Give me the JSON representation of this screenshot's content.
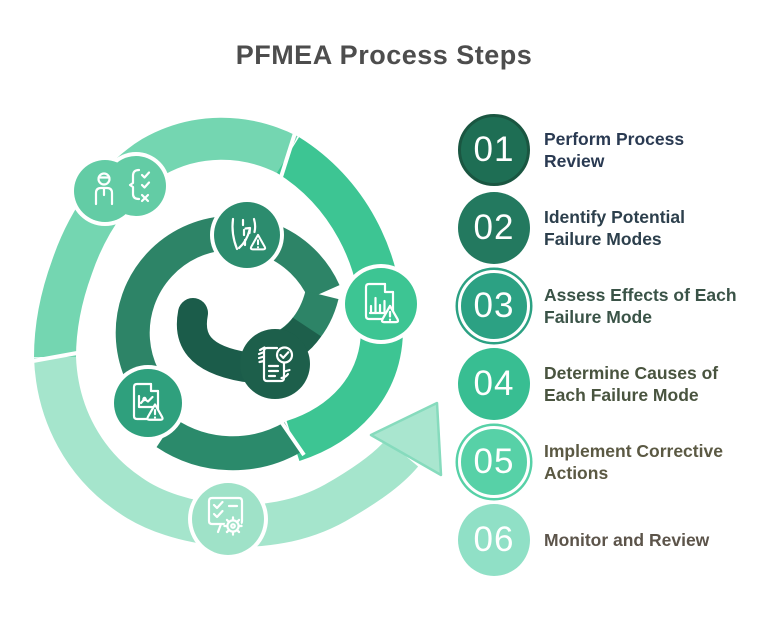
{
  "title": "PFMEA Process Steps",
  "steps": [
    {
      "number": "01",
      "label": "Perform Process\nReview",
      "circle_color": "#1E6E54",
      "text_color": "#2A3A52"
    },
    {
      "number": "02",
      "label": "Identify Potential\nFailure Modes",
      "circle_color": "#23795F",
      "text_color": "#2C3F4C"
    },
    {
      "number": "03",
      "label": "Assess Effects of Each\nFailure Mode",
      "circle_color": "#2CA183",
      "text_color": "#3A5347"
    },
    {
      "number": "04",
      "label": "Determine Causes of\nEach Failure Mode",
      "circle_color": "#38BE92",
      "text_color": "#49543F"
    },
    {
      "number": "05",
      "label": "Implement Corrective\nActions",
      "circle_color": "#57D1A7",
      "text_color": "#5B5943"
    },
    {
      "number": "06",
      "label": "Monitor and Review",
      "circle_color": "#90E0C6",
      "text_color": "#5C544A"
    }
  ],
  "diagram": {
    "type": "inward-spiral-process-cycle",
    "flow": "dark center outward to pale arrow exiting bottom-right pointing up-right",
    "spiral_segment_colors": [
      "#1B5C4A",
      "#2D8467",
      "#2B8A6B",
      "#3DC593",
      "#74D6B1",
      "#A5E5CC"
    ],
    "arrow_color": "#A9E6CF",
    "icons": [
      {
        "name": "hands-document-check-icon",
        "bubble_color": "#1D5F4B"
      },
      {
        "name": "road-warning-icon",
        "bubble_color": "#2C8C6E"
      },
      {
        "name": "linechart-document-warning-icon",
        "bubble_color": "#2FA07D"
      },
      {
        "name": "barchart-document-warning-icon",
        "bubble_color": "#3DC593"
      },
      {
        "name": "person-checklist-icon",
        "bubble_color": "#63CCA5"
      },
      {
        "name": "checklist-gear-icon",
        "bubble_color": "#9FE2C8"
      }
    ]
  },
  "colors": {
    "title": "#4D4D4D",
    "background": "#FFFFFF"
  }
}
